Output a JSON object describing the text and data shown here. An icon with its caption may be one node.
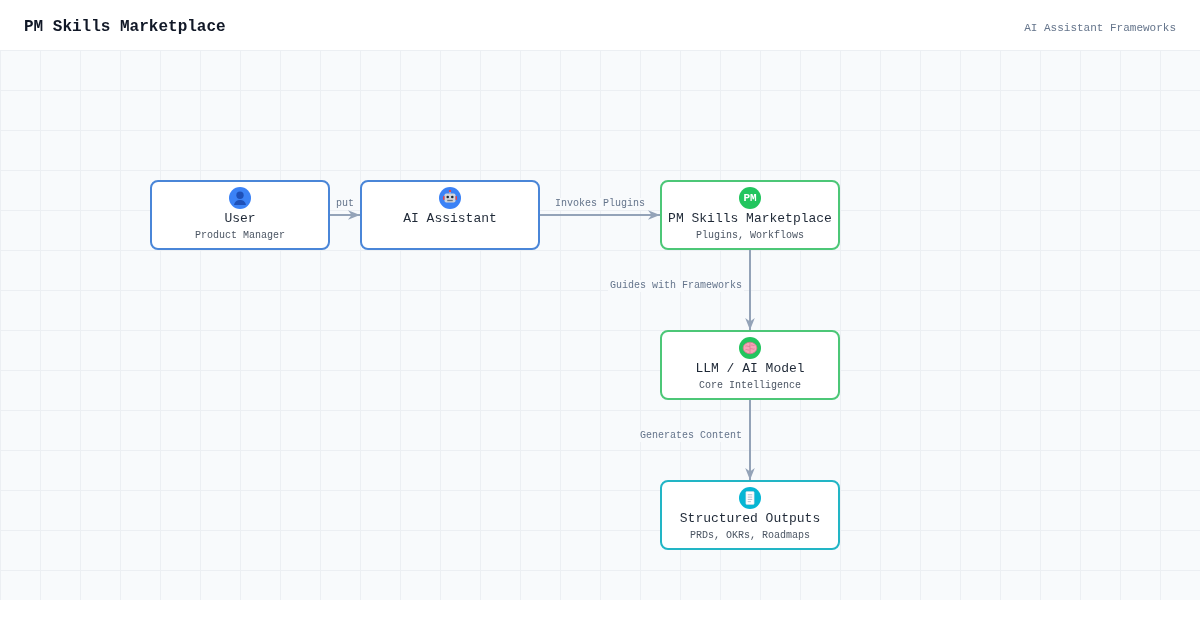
{
  "diagram": {
    "title": "PM Skills Marketplace",
    "nodes": [
      {
        "text": [
          "User",
          "Product Manager"
        ]
      },
      {
        "text": [
          "AI Assistant"
        ]
      },
      {
        "text": [
          "PM",
          "PM Skills Marketplace",
          "Plugins, Workflows"
        ]
      },
      {
        "text": [
          "LLM / AI Model",
          "Core Intelligence"
        ]
      },
      {
        "text": [
          "Structured Outputs",
          "PRDs, OKRs, Roadmaps"
        ]
      }
    ],
    "edges": [
      {
        "from": 0,
        "to": 1,
        "arrow": "to",
        "label": "put"
      },
      {
        "from": 1,
        "to": 2,
        "arrow": "to",
        "label": "Invokes Plugins"
      },
      {
        "from": 2,
        "to": 3,
        "arrow": "to",
        "label": "Guides with Frameworks"
      },
      {
        "from": 3,
        "to": 4,
        "arrow": "to",
        "label": "Generates Content"
      }
    ],
    "labels": [
      "AI Assistant Frameworks"
    ]
  }
}
